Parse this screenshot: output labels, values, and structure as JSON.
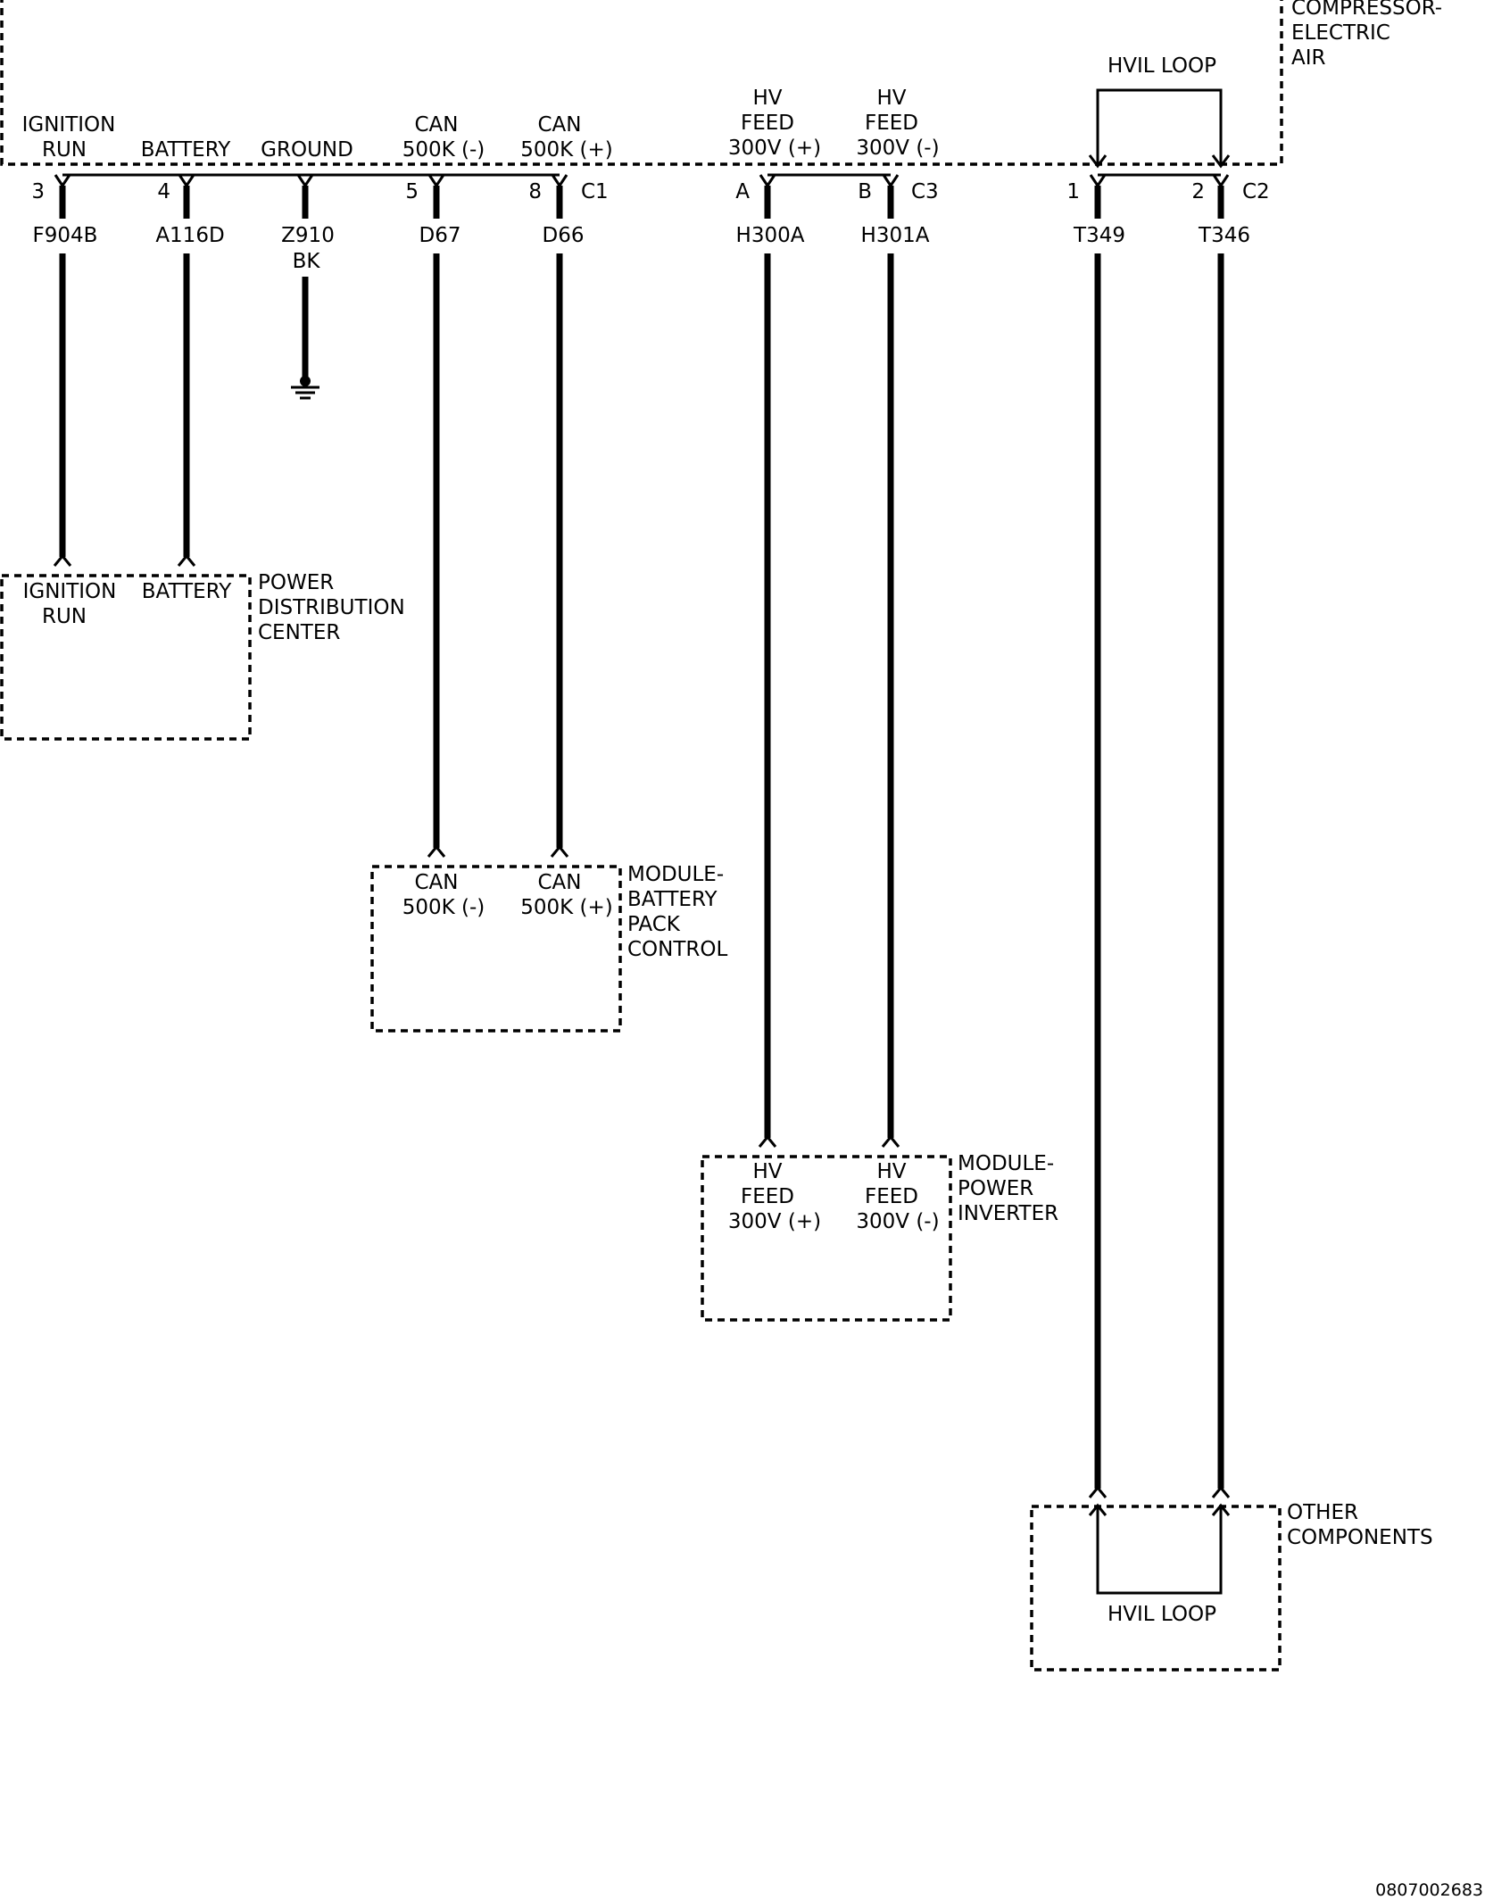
{
  "diagram_id": "0807002683",
  "compressor": {
    "title_lines": [
      "COMPRESSOR-",
      "ELECTRIC",
      "AIR"
    ],
    "hvil_label": "HVIL LOOP",
    "pins": [
      {
        "label_lines": [
          "IGNITION",
          "RUN"
        ],
        "pin": "3",
        "wire": "F904B"
      },
      {
        "label_lines": [
          "BATTERY"
        ],
        "pin": "4",
        "wire": "A116D"
      },
      {
        "label_lines": [
          "GROUND"
        ],
        "pin": "",
        "wire": "Z910",
        "wire2": "BK"
      },
      {
        "label_lines": [
          "CAN",
          "500K (-)"
        ],
        "pin": "5",
        "wire": "D67"
      },
      {
        "label_lines": [
          "CAN",
          "500K (+)"
        ],
        "pin": "8",
        "wire": "D66"
      },
      {
        "label_lines": [
          "HV",
          "FEED",
          "300V (+)"
        ],
        "pin": "A",
        "wire": "H300A"
      },
      {
        "label_lines": [
          "HV",
          "FEED",
          "300V (-)"
        ],
        "pin": "B",
        "wire": "H301A"
      },
      {
        "label_lines": [],
        "pin": "1",
        "wire": "T349"
      },
      {
        "label_lines": [],
        "pin": "2",
        "wire": "T346"
      }
    ],
    "connectors": {
      "c1": "C1",
      "c3": "C3",
      "c2": "C2"
    }
  },
  "pdc": {
    "title_lines": [
      "POWER",
      "DISTRIBUTION",
      "CENTER"
    ],
    "pins": [
      [
        "IGNITION",
        "RUN"
      ],
      [
        "BATTERY"
      ]
    ]
  },
  "bpc": {
    "title_lines": [
      "MODULE-",
      "BATTERY",
      "PACK",
      "CONTROL"
    ],
    "pins": [
      [
        "CAN",
        "500K (-)"
      ],
      [
        "CAN",
        "500K (+)"
      ]
    ]
  },
  "inverter": {
    "title_lines": [
      "MODULE-",
      "POWER",
      "INVERTER"
    ],
    "pins": [
      [
        "HV",
        "FEED",
        "300V (+)"
      ],
      [
        "HV",
        "FEED",
        "300V (-)"
      ]
    ]
  },
  "other": {
    "title_lines": [
      "OTHER",
      "COMPONENTS"
    ],
    "hvil_label": "HVIL LOOP"
  }
}
